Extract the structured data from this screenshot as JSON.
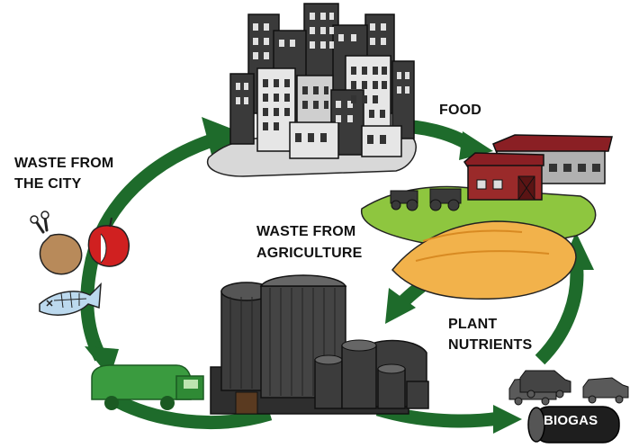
{
  "colors": {
    "arrow": "#1e6b2b",
    "building_dark": "#3a3a3a",
    "building_light": "#cfcfcf",
    "barn_red": "#8a1f24",
    "field_green": "#8ec63f",
    "field_orange": "#f2b24b",
    "tank": "#3c3c3c",
    "truck": "#3a9b3f"
  },
  "labels": {
    "food": "FOOD",
    "waste_city_line1": "WASTE FROM",
    "waste_city_line2": "THE CITY",
    "waste_agri_line1": "WASTE FROM",
    "waste_agri_line2": "AGRICULTURE",
    "plant_line1": "PLANT",
    "plant_line2": "NUTRIENTS",
    "biogas": "BIOGAS"
  },
  "icons": [
    "city-icon",
    "farm-icon",
    "fields-icon",
    "biogas-plant-icon",
    "garbage-truck-icon",
    "food-waste-icon",
    "fish-bones-icon",
    "car-icon",
    "biogas-tank-icon"
  ]
}
